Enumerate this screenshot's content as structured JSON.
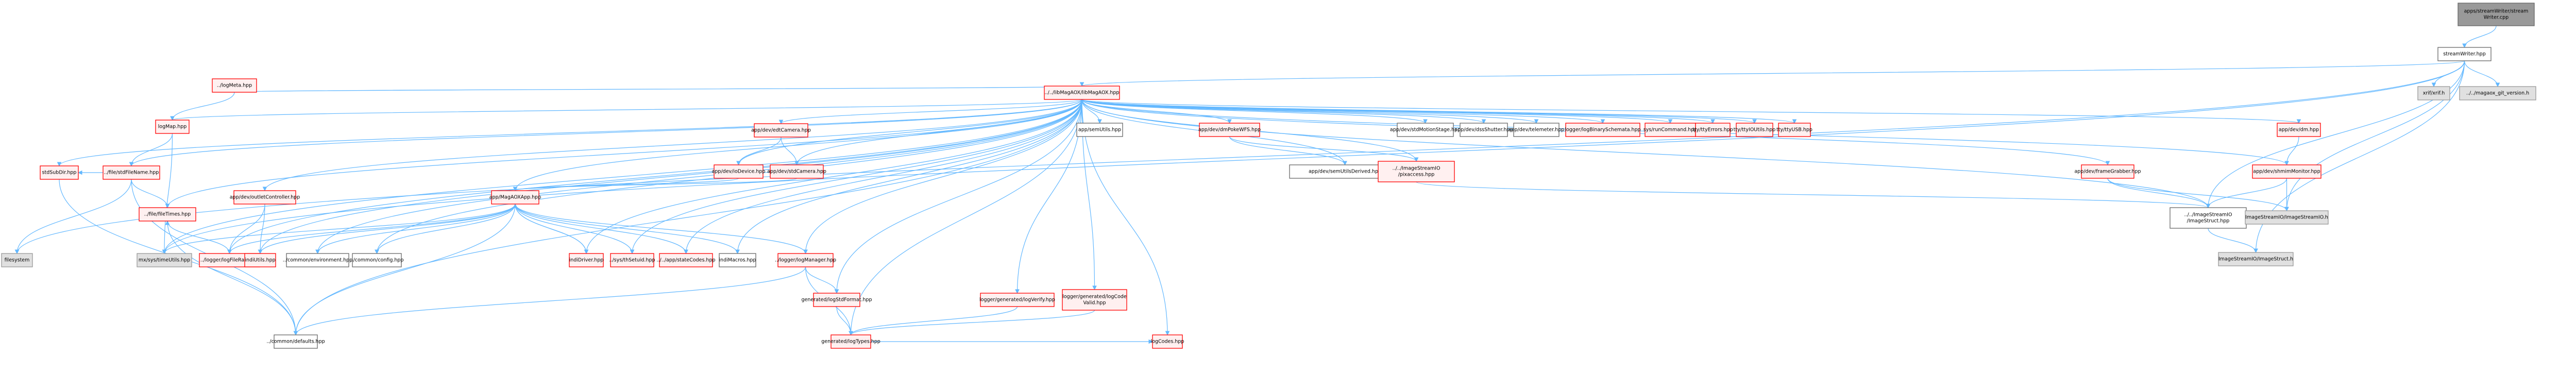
{
  "graph": {
    "title": "Include dependency graph for apps/streamWriter/streamWriter.cpp",
    "node_styles": {
      "root": {
        "fill": "#999999",
        "stroke": "#666666"
      },
      "normal": {
        "fill": "#ffffff",
        "stroke": "#666666"
      },
      "external": {
        "fill": "#e0e0e0",
        "stroke": "#999999"
      },
      "truncated": {
        "fill": "#fff0f0",
        "stroke": "#ff0000"
      }
    },
    "edge_color": "#63b8ff",
    "nodes": [
      {
        "id": "root",
        "label": "apps/streamWriter/stream\nWriter.cpp",
        "style": "root"
      },
      {
        "id": "streamWriter",
        "label": "streamWriter.hpp",
        "style": "normal"
      },
      {
        "id": "libMagAOX",
        "label": "../../libMagAOX/libMagAOX.hpp",
        "style": "truncated"
      },
      {
        "id": "xrif",
        "label": "xrif/xrif.h",
        "style": "external"
      },
      {
        "id": "gitversion",
        "label": "../../magaox_git_version.h",
        "style": "external"
      },
      {
        "id": "logMeta",
        "label": "../logMeta.hpp",
        "style": "truncated"
      },
      {
        "id": "logMap",
        "label": "logMap.hpp",
        "style": "truncated"
      },
      {
        "id": "stdFileName",
        "label": "../file/stdFileName.hpp",
        "style": "truncated"
      },
      {
        "id": "filesystem",
        "label": "filesystem",
        "style": "external"
      },
      {
        "id": "stdSubDir",
        "label": "stdSubDir.hpp",
        "style": "truncated"
      },
      {
        "id": "timeUtils",
        "label": "mx/sys/timeUtils.hpp",
        "style": "external"
      },
      {
        "id": "logFileRaw",
        "label": "../logger/logFileRaw.hpp",
        "style": "truncated"
      },
      {
        "id": "fileTimes",
        "label": "../file/fileTimes.hpp",
        "style": "truncated"
      },
      {
        "id": "defaults",
        "label": "../common/defaults.hpp",
        "style": "normal"
      },
      {
        "id": "outletController",
        "label": "app/dev/outletController.hpp",
        "style": "truncated"
      },
      {
        "id": "indiUtils",
        "label": "indiUtils.hpp",
        "style": "truncated"
      },
      {
        "id": "environment",
        "label": "../common/environment.hpp",
        "style": "normal"
      },
      {
        "id": "config",
        "label": "../common/config.hpp",
        "style": "normal"
      },
      {
        "id": "edtCamera",
        "label": "app/dev/edtCamera.hpp",
        "style": "truncated"
      },
      {
        "id": "ioDevice",
        "label": "app/dev/ioDevice.hpp",
        "style": "truncated"
      },
      {
        "id": "stdCamera",
        "label": "app/dev/stdCamera.hpp",
        "style": "truncated"
      },
      {
        "id": "MagAOXApp",
        "label": "app/MagAOXApp.hpp",
        "style": "truncated"
      },
      {
        "id": "indiDriver",
        "label": "indiDriver.hpp",
        "style": "truncated"
      },
      {
        "id": "thSetuid",
        "label": "../sys/thSetuid.hpp",
        "style": "truncated"
      },
      {
        "id": "stateCodes",
        "label": "../../app/stateCodes.hpp",
        "style": "truncated"
      },
      {
        "id": "indiMacros",
        "label": "indiMacros.hpp",
        "style": "normal"
      },
      {
        "id": "logManager",
        "label": "../logger/logManager.hpp",
        "style": "truncated"
      },
      {
        "id": "logStdFormat",
        "label": "generated/logStdFormat.hpp",
        "style": "truncated"
      },
      {
        "id": "logTypes",
        "label": "generated/logTypes.hpp",
        "style": "truncated"
      },
      {
        "id": "logVerify",
        "label": "logger/generated/logVerify.hpp",
        "style": "truncated"
      },
      {
        "id": "logCodeValid",
        "label": "logger/generated/logCode\nValid.hpp",
        "style": "truncated"
      },
      {
        "id": "logCodes",
        "label": "logCodes.hpp",
        "style": "truncated"
      },
      {
        "id": "semUtils",
        "label": "app/semUtils.hpp",
        "style": "normal"
      },
      {
        "id": "dmPokeWFS",
        "label": "app/dev/dmPokeWFS.hpp",
        "style": "truncated"
      },
      {
        "id": "semUtilsDerived",
        "label": "app/dev/semUtilsDerived.hpp",
        "style": "normal"
      },
      {
        "id": "pixaccess",
        "label": "../../ImageStreamIO\n/pixaccess.hpp",
        "style": "truncated"
      },
      {
        "id": "stdMotionStage",
        "label": "app/dev/stdMotionStage.hpp",
        "style": "normal"
      },
      {
        "id": "dssShutter",
        "label": "app/dev/dssShutter.hpp",
        "style": "normal"
      },
      {
        "id": "telemeter",
        "label": "app/dev/telemeter.hpp",
        "style": "normal"
      },
      {
        "id": "logBinarySchemata",
        "label": "logger/logBinarySchemata.hpp",
        "style": "truncated"
      },
      {
        "id": "runCommand",
        "label": "sys/runCommand.hpp",
        "style": "truncated"
      },
      {
        "id": "ttyErrors",
        "label": "tty/ttyErrors.hpp",
        "style": "truncated"
      },
      {
        "id": "ttyIOUtils",
        "label": "tty/ttyIOUtils.hpp",
        "style": "truncated"
      },
      {
        "id": "ttyUSB",
        "label": "tty/ttyUSB.hpp",
        "style": "truncated"
      },
      {
        "id": "dm",
        "label": "app/dev/dm.hpp",
        "style": "truncated"
      },
      {
        "id": "frameGrabber",
        "label": "app/dev/frameGrabber.hpp",
        "style": "truncated"
      },
      {
        "id": "shmimMonitor",
        "label": "app/dev/shmimMonitor.hpp",
        "style": "truncated"
      },
      {
        "id": "imageStructHpp",
        "label": "../../ImageStreamIO\n/ImageStruct.hpp",
        "style": "normal"
      },
      {
        "id": "imageStreamIOh",
        "label": "ImageStreamIO/ImageStreamIO.h",
        "style": "external"
      },
      {
        "id": "imageStructh",
        "label": "ImageStreamIO/ImageStruct.h",
        "style": "external"
      }
    ],
    "edges": [
      [
        "root",
        "streamWriter"
      ],
      [
        "streamWriter",
        "libMagAOX"
      ],
      [
        "streamWriter",
        "xrif"
      ],
      [
        "streamWriter",
        "gitversion"
      ],
      [
        "streamWriter",
        "filesystem"
      ],
      [
        "streamWriter",
        "timeUtils"
      ],
      [
        "streamWriter",
        "imageStructHpp"
      ],
      [
        "streamWriter",
        "imageStreamIOh"
      ],
      [
        "streamWriter",
        "imageStructh"
      ],
      [
        "libMagAOX",
        "logMeta"
      ],
      [
        "libMagAOX",
        "logMap"
      ],
      [
        "libMagAOX",
        "stdFileName"
      ],
      [
        "libMagAOX",
        "stdSubDir"
      ],
      [
        "libMagAOX",
        "timeUtils"
      ],
      [
        "libMagAOX",
        "logFileRaw"
      ],
      [
        "libMagAOX",
        "fileTimes"
      ],
      [
        "libMagAOX",
        "defaults"
      ],
      [
        "libMagAOX",
        "outletController"
      ],
      [
        "libMagAOX",
        "indiUtils"
      ],
      [
        "libMagAOX",
        "environment"
      ],
      [
        "libMagAOX",
        "config"
      ],
      [
        "libMagAOX",
        "edtCamera"
      ],
      [
        "libMagAOX",
        "ioDevice"
      ],
      [
        "libMagAOX",
        "stdCamera"
      ],
      [
        "libMagAOX",
        "MagAOXApp"
      ],
      [
        "libMagAOX",
        "indiDriver"
      ],
      [
        "libMagAOX",
        "thSetuid"
      ],
      [
        "libMagAOX",
        "stateCodes"
      ],
      [
        "libMagAOX",
        "indiMacros"
      ],
      [
        "libMagAOX",
        "logManager"
      ],
      [
        "libMagAOX",
        "logStdFormat"
      ],
      [
        "libMagAOX",
        "logTypes"
      ],
      [
        "libMagAOX",
        "logVerify"
      ],
      [
        "libMagAOX",
        "logCodeValid"
      ],
      [
        "libMagAOX",
        "logCodes"
      ],
      [
        "libMagAOX",
        "semUtils"
      ],
      [
        "libMagAOX",
        "dmPokeWFS"
      ],
      [
        "libMagAOX",
        "semUtilsDerived"
      ],
      [
        "libMagAOX",
        "pixaccess"
      ],
      [
        "libMagAOX",
        "stdMotionStage"
      ],
      [
        "libMagAOX",
        "dssShutter"
      ],
      [
        "libMagAOX",
        "telemeter"
      ],
      [
        "libMagAOX",
        "logBinarySchemata"
      ],
      [
        "libMagAOX",
        "runCommand"
      ],
      [
        "libMagAOX",
        "ttyErrors"
      ],
      [
        "libMagAOX",
        "ttyIOUtils"
      ],
      [
        "libMagAOX",
        "ttyUSB"
      ],
      [
        "libMagAOX",
        "dm"
      ],
      [
        "libMagAOX",
        "frameGrabber"
      ],
      [
        "libMagAOX",
        "shmimMonitor"
      ],
      [
        "libMagAOX",
        "imageStructHpp"
      ],
      [
        "logMeta",
        "logMap"
      ],
      [
        "logMap",
        "stdFileName"
      ],
      [
        "logMap",
        "timeUtils"
      ],
      [
        "stdFileName",
        "filesystem"
      ],
      [
        "stdFileName",
        "stdSubDir"
      ],
      [
        "stdFileName",
        "fileTimes"
      ],
      [
        "stdFileName",
        "defaults"
      ],
      [
        "stdSubDir",
        "defaults"
      ],
      [
        "logFileRaw",
        "fileTimes"
      ],
      [
        "fileTimes",
        "defaults"
      ],
      [
        "outletController",
        "logFileRaw"
      ],
      [
        "outletController",
        "indiUtils"
      ],
      [
        "edtCamera",
        "ioDevice"
      ],
      [
        "edtCamera",
        "stdCamera"
      ],
      [
        "stdCamera",
        "MagAOXApp"
      ],
      [
        "ioDevice",
        "MagAOXApp"
      ],
      [
        "MagAOXApp",
        "logFileRaw"
      ],
      [
        "MagAOXApp",
        "indiUtils"
      ],
      [
        "MagAOXApp",
        "environment"
      ],
      [
        "MagAOXApp",
        "config"
      ],
      [
        "MagAOXApp",
        "indiDriver"
      ],
      [
        "MagAOXApp",
        "thSetuid"
      ],
      [
        "MagAOXApp",
        "stateCodes"
      ],
      [
        "MagAOXApp",
        "indiMacros"
      ],
      [
        "MagAOXApp",
        "logManager"
      ],
      [
        "MagAOXApp",
        "timeUtils"
      ],
      [
        "MagAOXApp",
        "defaults"
      ],
      [
        "indiDriver",
        "MagAOXApp"
      ],
      [
        "logManager",
        "logStdFormat"
      ],
      [
        "logManager",
        "logTypes"
      ],
      [
        "logManager",
        "defaults"
      ],
      [
        "logStdFormat",
        "logTypes"
      ],
      [
        "logVerify",
        "logTypes"
      ],
      [
        "logCodeValid",
        "logTypes"
      ],
      [
        "logTypes",
        "logCodes"
      ],
      [
        "dmPokeWFS",
        "semUtilsDerived"
      ],
      [
        "dmPokeWFS",
        "pixaccess"
      ],
      [
        "pixaccess",
        "imageStructHpp"
      ],
      [
        "dm",
        "shmimMonitor"
      ],
      [
        "frameGrabber",
        "imageStructHpp"
      ],
      [
        "frameGrabber",
        "imageStreamIOh"
      ],
      [
        "shmimMonitor",
        "imageStructHpp"
      ],
      [
        "shmimMonitor",
        "imageStreamIOh"
      ],
      [
        "imageStructHpp",
        "imageStructh"
      ]
    ]
  }
}
